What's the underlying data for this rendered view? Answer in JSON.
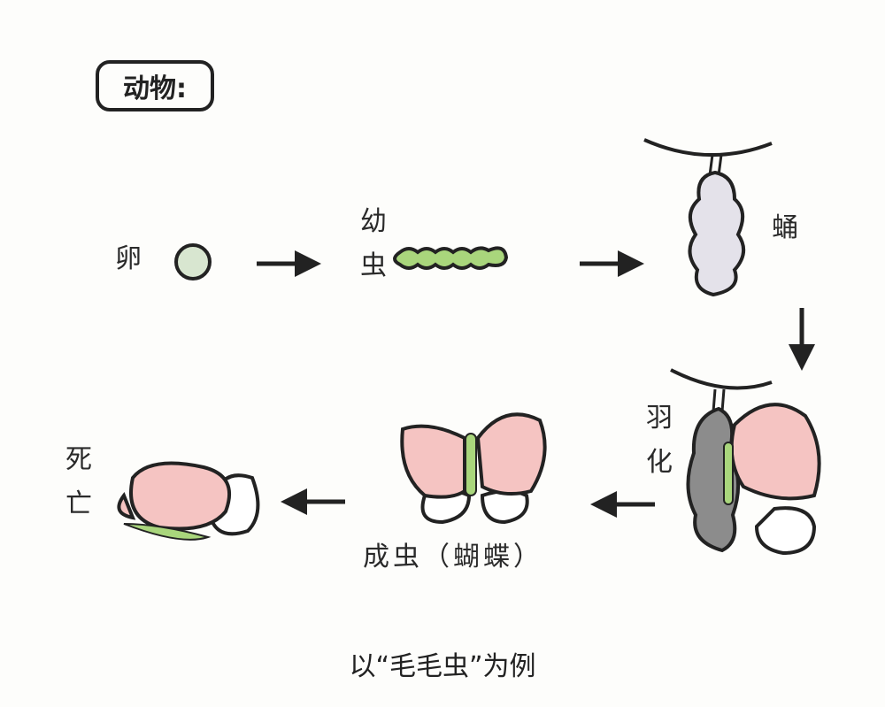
{
  "title": "动物:",
  "stages": {
    "egg": "卵",
    "larva": [
      "幼",
      "虫"
    ],
    "pupa": "蛹",
    "eclosion": [
      "羽",
      "化"
    ],
    "adult": "成虫（蝴蝶）",
    "death": [
      "死",
      "亡"
    ]
  },
  "caption": "以“毛毛虫”为例",
  "colors": {
    "wing_pink": "#f5c4c2",
    "body_green": "#a9d67c",
    "egg": "#d8e6d0",
    "pupa": "#e4e2ea",
    "shell_gray": "#8c8c8c",
    "ink": "#222222"
  }
}
